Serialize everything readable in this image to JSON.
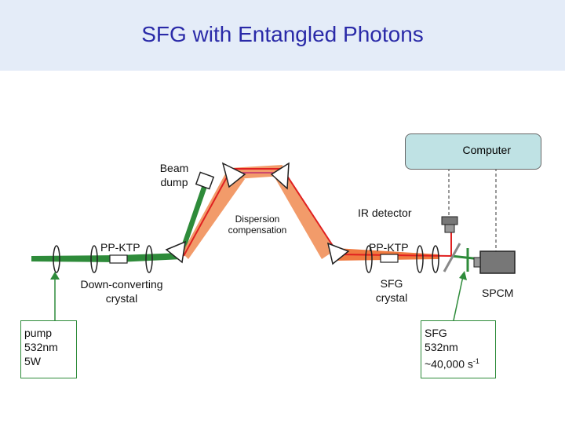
{
  "title": "SFG with Entangled Photons",
  "labels": {
    "beam_dump_1": "Beam",
    "beam_dump_2": "dump",
    "dispersion_1": "Dispersion",
    "dispersion_2": "compensation",
    "ir_detector": "IR detector",
    "computer": "Computer",
    "ppktp_left": "PP-KTP",
    "ppktp_right": "PP-KTP",
    "down_1": "Down-converting",
    "down_2": "crystal",
    "sfg_crystal_1": "SFG",
    "sfg_crystal_2": "crystal",
    "spcm": "SPCM"
  },
  "pump_box": {
    "line1": "pump",
    "line2": "532nm",
    "line3": "5W"
  },
  "sfg_box": {
    "line1": "SFG",
    "line2": "532nm",
    "line3_main": "~40,000 s",
    "line3_sup": "-1"
  },
  "colors": {
    "pump_green": "#2e8b3a",
    "ir_red": "#e02020",
    "ir_orange": "#f08040",
    "title_blue": "#2a2aa8",
    "computer_fill": "#bfe2e4"
  }
}
